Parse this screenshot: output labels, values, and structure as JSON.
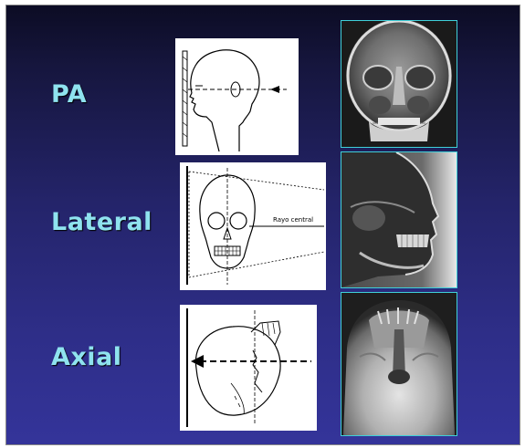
{
  "rows": [
    {
      "label": "PA"
    },
    {
      "label": "Lateral",
      "diagram_text": "Rayo central"
    },
    {
      "label": "Axial"
    }
  ],
  "colors": {
    "background_top": "#0c0c24",
    "background_bottom": "#34349a",
    "label": "#8fe3ef",
    "xray_border": "#3fd0d8"
  },
  "icons": {
    "pa": "skull-pa-projection-icon",
    "lateral": "skull-lateral-projection-icon",
    "axial": "skull-axial-projection-icon"
  }
}
